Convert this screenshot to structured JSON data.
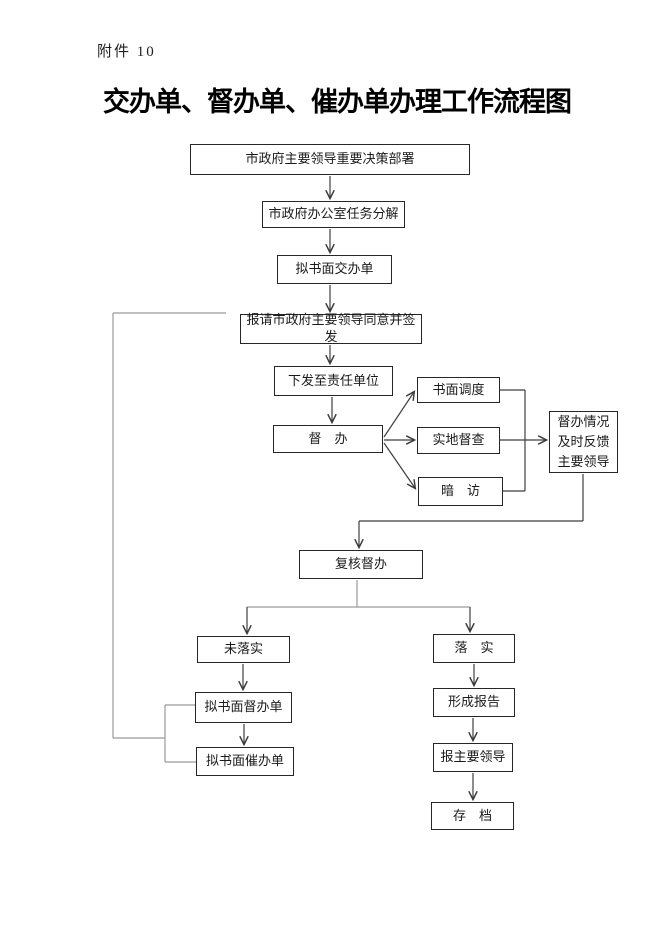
{
  "header": {
    "attachment": "附件 10",
    "title": "交办单、督办单、催办单办理工作流程图"
  },
  "nodes": {
    "decision": "市政府主要领导重要决策部署",
    "decompose": "市政府办公室任务分解",
    "draft_assign": "拟书面交办单",
    "approve": "报请市政府主要领导同意并签发",
    "dispatch": "下发至责任单位",
    "supervise": "督　办",
    "written_dispatch": "书面调度",
    "field_inspect": "实地督查",
    "covert_visit": "暗　访",
    "feedback": "督办情况\n及时反馈\n主要领导",
    "review": "复核督办",
    "not_implemented": "未落实",
    "implemented": "落　实",
    "draft_supervise": "拟书面督办单",
    "form_report": "形成报告",
    "draft_urge": "拟书面催办单",
    "report_leader": "报主要领导",
    "archive": "存　档"
  },
  "colors": {
    "line": "#3f3f3f",
    "loop_line": "#9a9a9a",
    "box_border": "#262626",
    "text": "#1a1a1a"
  }
}
